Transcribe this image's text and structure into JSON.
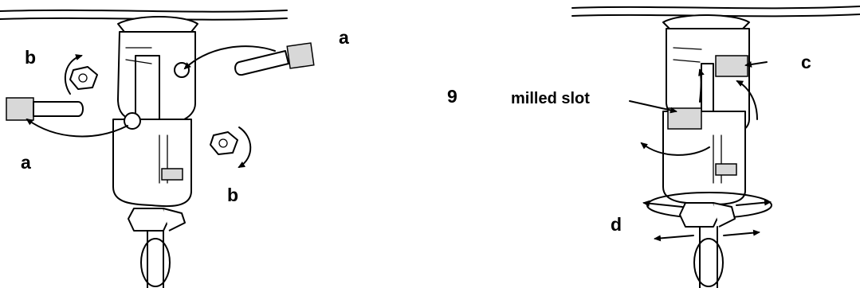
{
  "labels": {
    "left_b_top": "b",
    "left_a_top": "a",
    "left_a_bottom": "a",
    "left_b_bottom": "b",
    "step_number": "9",
    "milled_slot": "milled slot",
    "right_c": "c",
    "right_d": "d"
  },
  "colors": {
    "ink": "#000000",
    "background": "#ffffff"
  }
}
